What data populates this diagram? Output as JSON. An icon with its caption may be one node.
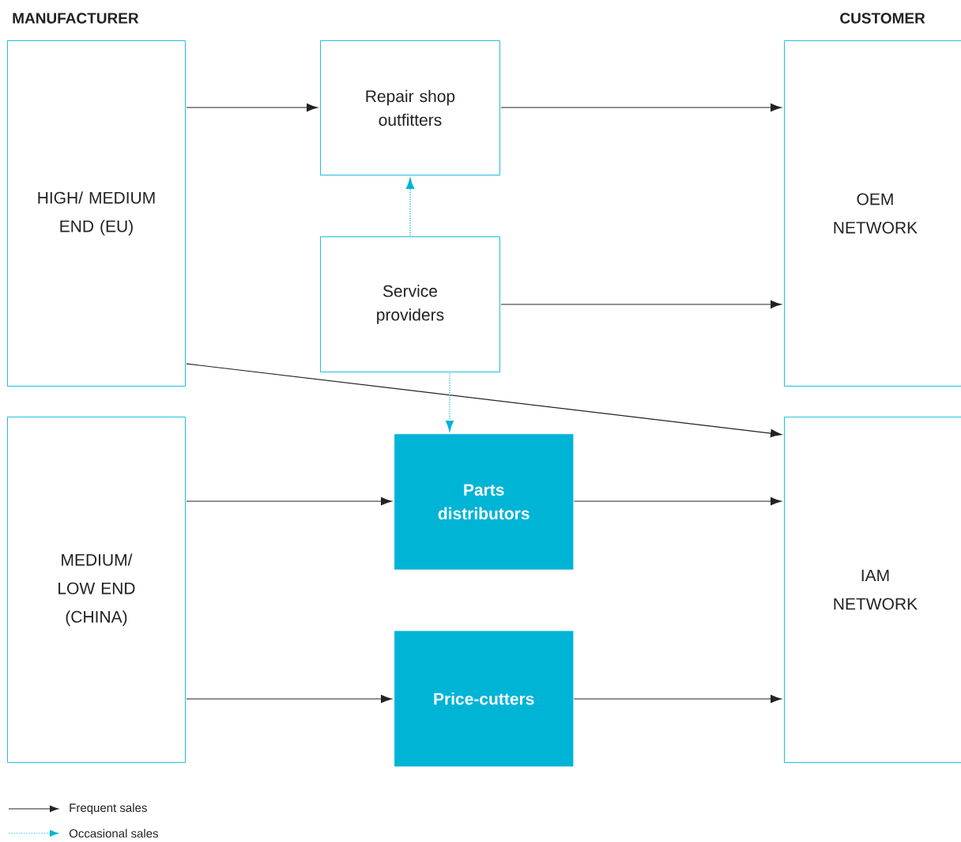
{
  "diagram": {
    "nodes": [
      {
        "text": [
          "HIGH/ MEDIUM END (EU)"
        ]
      },
      {
        "text": [
          "MEDIUM/ LOW END (CHINA)"
        ]
      },
      {
        "text": [
          "Repair shop outfitters"
        ]
      },
      {
        "text": [
          "Service providers"
        ]
      },
      {
        "text": [
          "Parts distributors"
        ]
      },
      {
        "text": [
          "Price-cutters"
        ]
      },
      {
        "text": [
          "OEM NETWORK"
        ]
      },
      {
        "text": [
          "IAM NETWORK"
        ]
      }
    ],
    "edges": [
      {
        "from": 0,
        "to": 2,
        "arrow": "to"
      },
      {
        "from": 2,
        "to": 6,
        "arrow": "to"
      },
      {
        "from": 3,
        "to": 2,
        "arrow": "to",
        "style": "dashed",
        "color": "#00b4d6"
      },
      {
        "from": 3,
        "to": 6,
        "arrow": "to"
      },
      {
        "from": 0,
        "to": 7,
        "arrow": "to"
      },
      {
        "from": 3,
        "to": 4,
        "arrow": "to",
        "style": "dashed",
        "color": "#00b4d6"
      },
      {
        "from": 1,
        "to": 4,
        "arrow": "to"
      },
      {
        "from": 4,
        "to": 7,
        "arrow": "to"
      },
      {
        "from": 1,
        "to": 5,
        "arrow": "to"
      },
      {
        "from": 5,
        "to": 7,
        "arrow": "to"
      }
    ],
    "labels": [
      "MANUFACTURER",
      "CUSTOMER"
    ],
    "legend": [
      {
        "text": "Frequent sales"
      },
      {
        "text": "Occasional sales"
      }
    ]
  }
}
